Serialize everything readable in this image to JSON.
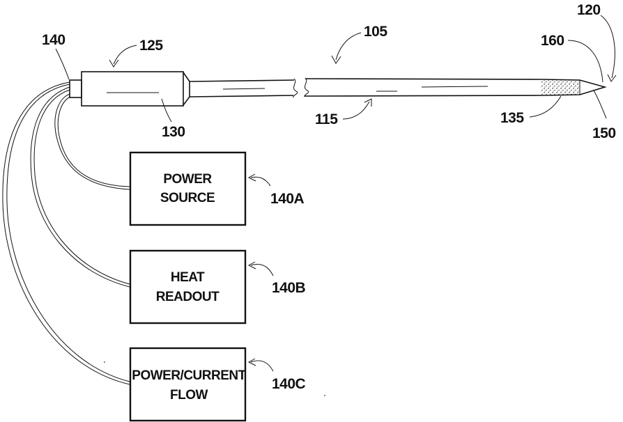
{
  "labels": {
    "ref_105": "105",
    "ref_120": "120",
    "ref_125": "125",
    "ref_130": "130",
    "ref_135": "135",
    "ref_140": "140",
    "ref_115": "115",
    "ref_150": "150",
    "ref_160": "160",
    "ref_140A": "140A",
    "ref_140B": "140B",
    "ref_140C": "140C"
  },
  "boxes": {
    "power_source": {
      "line1": "POWER",
      "line2": "SOURCE"
    },
    "heat_readout": {
      "line1": "HEAT",
      "line2": "READOUT"
    },
    "power_current_flow": {
      "line1": "POWER/CURRENT",
      "line2": "FLOW"
    }
  },
  "colors": {
    "ink": "#111111",
    "background": "#ffffff"
  }
}
